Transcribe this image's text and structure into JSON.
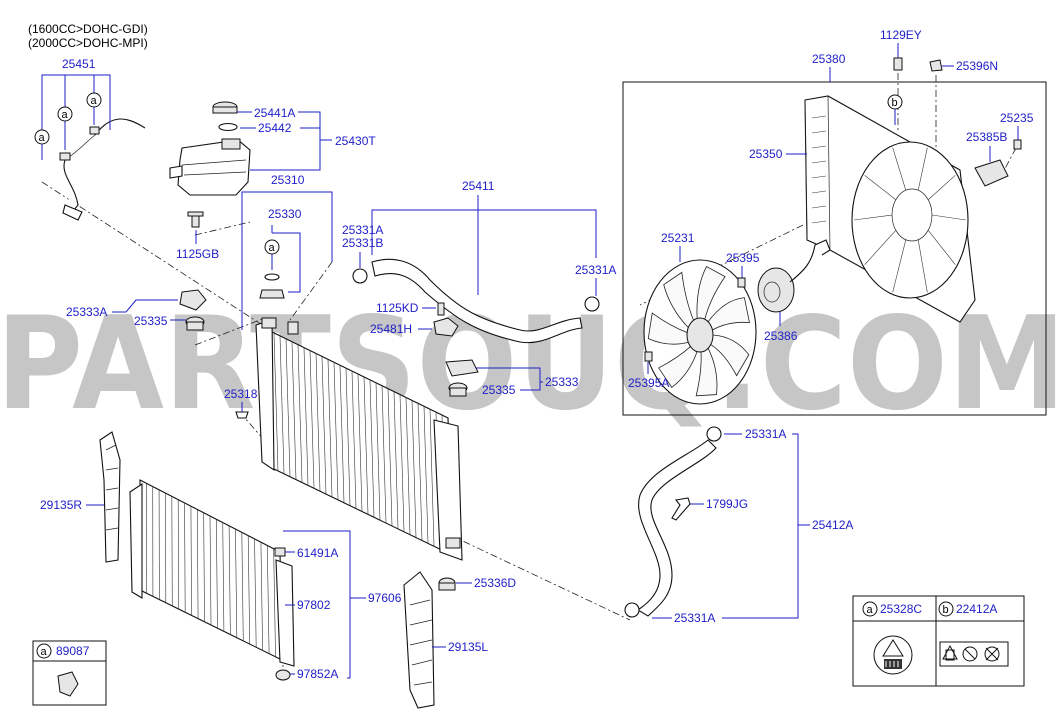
{
  "notes": [
    "(1600CC>DOHC-GDI)",
    "(2000CC>DOHC-MPI)"
  ],
  "watermark": "PARTSOUQ.COM",
  "callout_letters": {
    "a": "a",
    "b": "b"
  },
  "labels": {
    "l25451": "25451",
    "l25441A": "25441A",
    "l25442": "25442",
    "l25430T": "25430T",
    "l1125GB": "1125GB",
    "l25310": "25310",
    "l25330": "25330",
    "l25411": "25411",
    "l25331A_1": "25331A",
    "l25331B": "25331B",
    "l25331A_2": "25331A",
    "l25333A": "25333A",
    "l25335_1": "25335",
    "l1125KD": "1125KD",
    "l25481H": "25481H",
    "l25333": "25333",
    "l25335_2": "25335",
    "l25318": "25318",
    "l25380": "25380",
    "l1129EY": "1129EY",
    "l25396N": "25396N",
    "l25235": "25235",
    "l25385B": "25385B",
    "l25350": "25350",
    "l25231": "25231",
    "l25395": "25395",
    "l25386": "25386",
    "l25395A": "25395A",
    "l25331A_3": "25331A",
    "l1799JG": "1799JG",
    "l25412A": "25412A",
    "l25331A_4": "25331A",
    "l29135R": "29135R",
    "l61491A": "61491A",
    "l97802": "97802",
    "l97606": "97606",
    "l25336D": "25336D",
    "l29135L": "29135L",
    "l97852A": "97852A",
    "l89087": "89087",
    "l25328C": "25328C",
    "l22412A": "22412A"
  }
}
